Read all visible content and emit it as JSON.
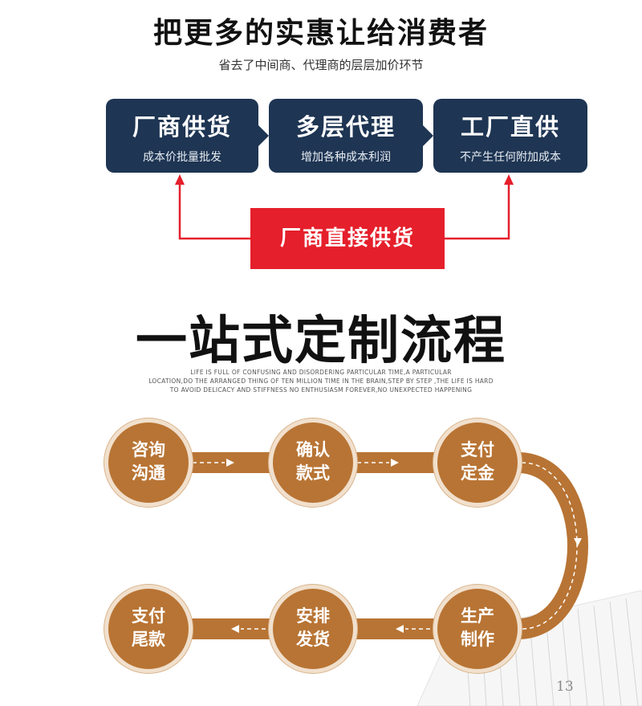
{
  "header": {
    "title": "把更多的实惠让给消费者",
    "subtitle": "省去了中间商、代理商的层层加价环节"
  },
  "supply_chain": [
    {
      "title": "厂商供货",
      "desc": "成本价批量批发"
    },
    {
      "title": "多层代理",
      "desc": "增加各种成本利润"
    },
    {
      "title": "工厂直供",
      "desc": "不产生任何附加成本"
    }
  ],
  "direct_supply": "厂商直接供货",
  "process": {
    "title": "一站式定制流程",
    "english": [
      "LIFE IS FULL OF CONFUSING AND DISORDERING PARTICULAR TIME,A PARTICULAR",
      "LOCATION,DO THE ARRANGED THING OF TEN MILLION TIME IN THE BRAIN,STEP BY STEP ,THE LIFE IS HARD",
      "TO AVOID DELICACY AND STIFFNESS NO ENTHUSIASM FOREVER,NO UNEXPECTED HAPPENING"
    ],
    "steps": [
      {
        "line1": "咨询",
        "line2": "沟通"
      },
      {
        "line1": "确认",
        "line2": "款式"
      },
      {
        "line1": "支付",
        "line2": "定金"
      },
      {
        "line1": "生产",
        "line2": "制作"
      },
      {
        "line1": "安排",
        "line2": "发货"
      },
      {
        "line1": "支付",
        "line2": "尾款"
      }
    ]
  },
  "ruler_label": "13",
  "colors": {
    "navy": "#1e3553",
    "red": "#e51f2b",
    "copper": "#b87434"
  }
}
